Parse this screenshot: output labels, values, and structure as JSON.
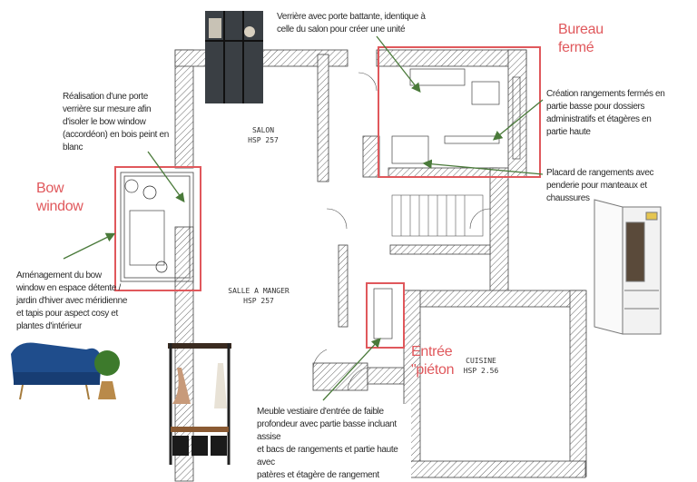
{
  "annotations": {
    "verriere_bureau": "Verrière avec porte battante, identique à\ncelle du salon pour créer une unité",
    "porte_verriere": "Réalisation d'une porte\nverrière sur mesure afin\nd'isoler le bow window\n(accordéon) en bois peint en\nblanc",
    "amenagement_bow": "Aménagement du bow\nwindow en espace détente /\njardin d'hiver avec méridienne\net tapis pour aspect cosy et\nplantes d'intérieur",
    "rangements_bureau": "Création rangements fermés en\npartie basse pour dossiers\nadministratifs et étagères en\npartie haute",
    "placard": "Placard de rangements avec\npenderie pour manteaux et\nchaussures",
    "meuble_vestiaire": "Meuble vestiaire  d'entrée de faible\nprofondeur avec partie basse incluant assise\net bacs de rangements et partie  haute avec\npatères et étagère de rangement\nsupplémentaire"
  },
  "zones": {
    "bow_window": "Bow\nwindow",
    "bureau": "Bureau\nfermé",
    "entree": "Entrée\n\"piéton"
  },
  "rooms": {
    "salon": {
      "name": "SALON",
      "hsp": "HSP 257"
    },
    "salle_a_manger": {
      "name": "SALLE A MANGER",
      "hsp": "HSP 257"
    },
    "cuisine": {
      "name": "CUISINE",
      "hsp": "HSP 2.56"
    }
  },
  "colors": {
    "highlight": "#e0585c",
    "arrow": "#4a7a3a"
  }
}
